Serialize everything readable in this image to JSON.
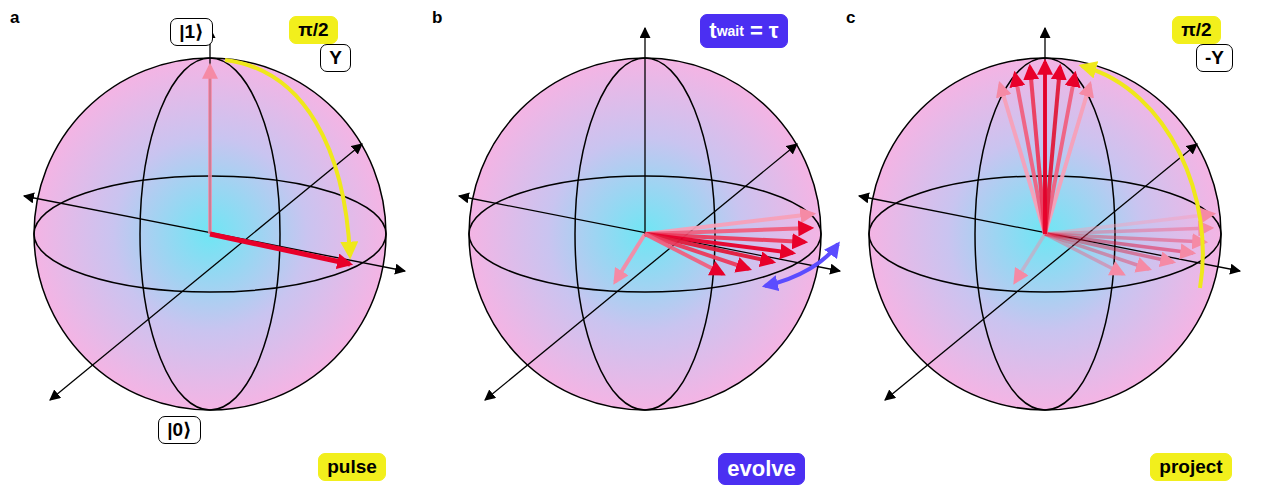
{
  "diagram": {
    "nodes": [
      {
        "text": [
          "|1⟩"
        ]
      },
      {
        "text": [
          "π/2"
        ]
      },
      {
        "text": [
          "Y"
        ]
      },
      {
        "text": [
          "|0⟩"
        ]
      },
      {
        "text": [
          "pulse"
        ]
      },
      {
        "text": [
          "t",
          "wait",
          "= τ"
        ]
      },
      {
        "text": [
          "evolve"
        ]
      },
      {
        "text": [
          "π/2"
        ]
      },
      {
        "text": [
          "-Y"
        ]
      },
      {
        "text": [
          "project"
        ]
      }
    ],
    "labels": [
      "a",
      "b",
      "c"
    ]
  }
}
